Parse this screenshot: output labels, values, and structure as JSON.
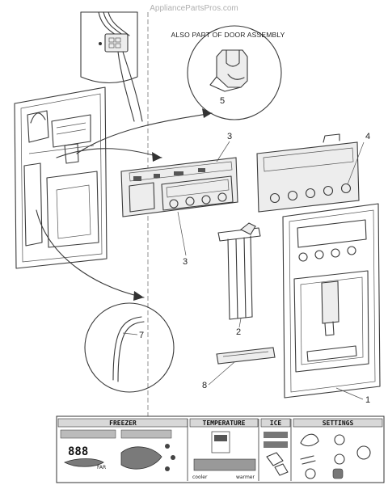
{
  "watermark": "AppliancePartsPros.com",
  "note": "ALSO PART OF DOOR ASSEMBLY",
  "callouts": {
    "c1": "1",
    "c2": "2",
    "c3a": "3",
    "c3b": "3",
    "c4": "4",
    "c5": "5",
    "c7": "7",
    "c8": "8"
  },
  "panel": {
    "freezer": "FREEZER",
    "temperature": "TEMPERATURE",
    "ice": "ICE",
    "settings": "SETTINGS",
    "digits": "888",
    "unit": "FAR",
    "cooler": "cooler",
    "warmer": "warmer"
  }
}
